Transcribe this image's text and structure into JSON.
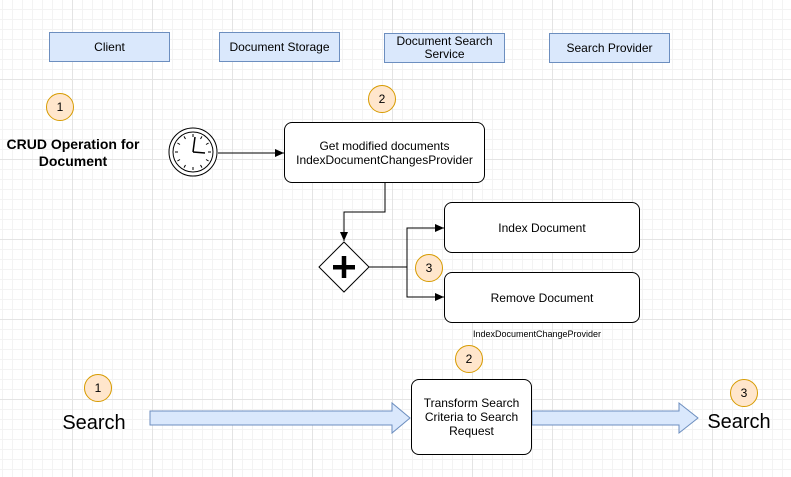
{
  "lanes": {
    "client": "Client",
    "document_storage": "Document Storage",
    "search_service_line1": "Document Search",
    "search_service_line2": "Service",
    "search_provider": "Search Provider"
  },
  "crud_flow": {
    "trigger_line1": "CRUD Operation for",
    "trigger_line2": "Document",
    "step1_marker": "1",
    "step2_marker": "2",
    "step3_marker": "3",
    "get_modified_line1": "Get modified documents",
    "get_modified_line2": "IndexDocumentChangesProvider",
    "index_document": "Index Document",
    "remove_document": "Remove Document",
    "provider_caption": "IndexDocumentChangeProvider"
  },
  "search_flow": {
    "step1_marker": "1",
    "step2_marker": "2",
    "step3_marker": "3",
    "search_input": "Search",
    "transform_line1": "Transform Search",
    "transform_line2": "Criteria to Search",
    "transform_line3": "Request",
    "search_output": "Search"
  },
  "colors": {
    "lane_fill": "#dae8fc",
    "lane_stroke": "#6c8ebf",
    "marker_fill": "#ffe6cc",
    "marker_stroke": "#d79b00"
  }
}
